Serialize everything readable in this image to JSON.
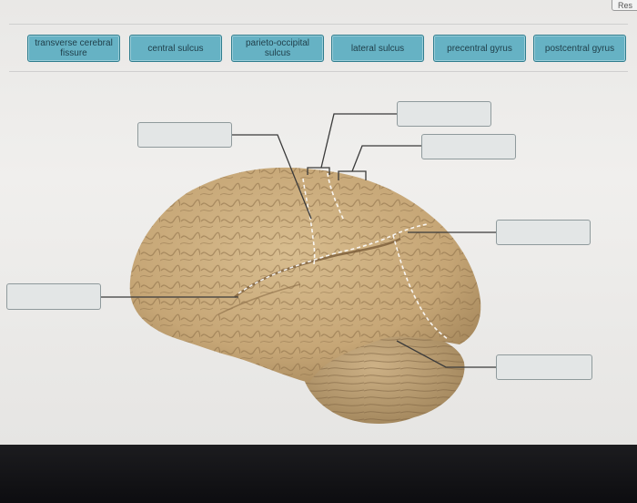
{
  "header": {
    "reset_label": "Res"
  },
  "label_bank": [
    {
      "text": "transverse cerebral fissure"
    },
    {
      "text": "central sulcus"
    },
    {
      "text": "parieto-occipital sulcus"
    },
    {
      "text": "lateral sulcus"
    },
    {
      "text": "precentral gyrus"
    },
    {
      "text": "postcentral gyrus"
    }
  ],
  "colors": {
    "chip_fill": "#66b2c4",
    "chip_border": "#2f7d8e",
    "brain_fill": "#c8a97a",
    "leader_line": "#3a3a3a"
  },
  "icons": {
    "brain": "brain-illustration"
  }
}
